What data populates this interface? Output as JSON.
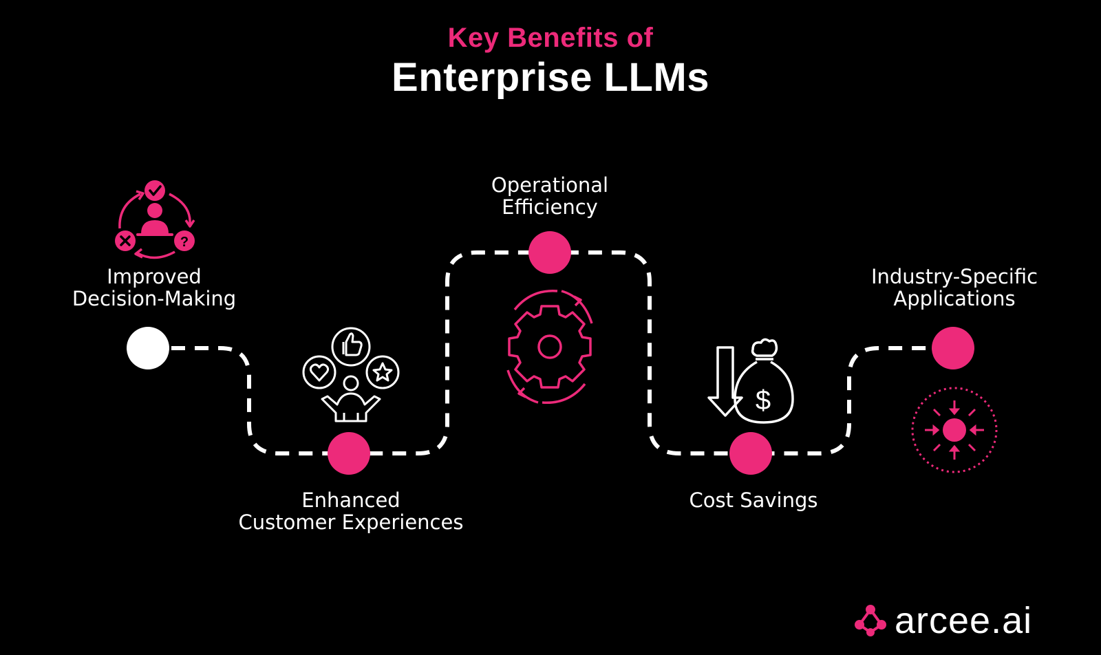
{
  "title": {
    "line1": "Key Benefits of",
    "line2": "Enterprise LLMs"
  },
  "steps": [
    {
      "label_line1": "Improved",
      "label_line2": "Decision-Making",
      "icon": "decision-cycle-icon"
    },
    {
      "label_line1": "Enhanced",
      "label_line2": "Customer Experiences",
      "icon": "customer-feedback-icon"
    },
    {
      "label_line1": "Operational",
      "label_line2": "Efficiency",
      "icon": "gear-cycle-icon"
    },
    {
      "label_line1": "Cost Savings",
      "label_line2": "",
      "icon": "money-bag-down-icon"
    },
    {
      "label_line1": "Industry-Specific",
      "label_line2": "Applications",
      "icon": "focus-target-icon"
    }
  ],
  "brand": {
    "name": "arcee.ai",
    "accent": "#ed2a7a",
    "text_color": "#ffffff",
    "background": "#000000"
  }
}
